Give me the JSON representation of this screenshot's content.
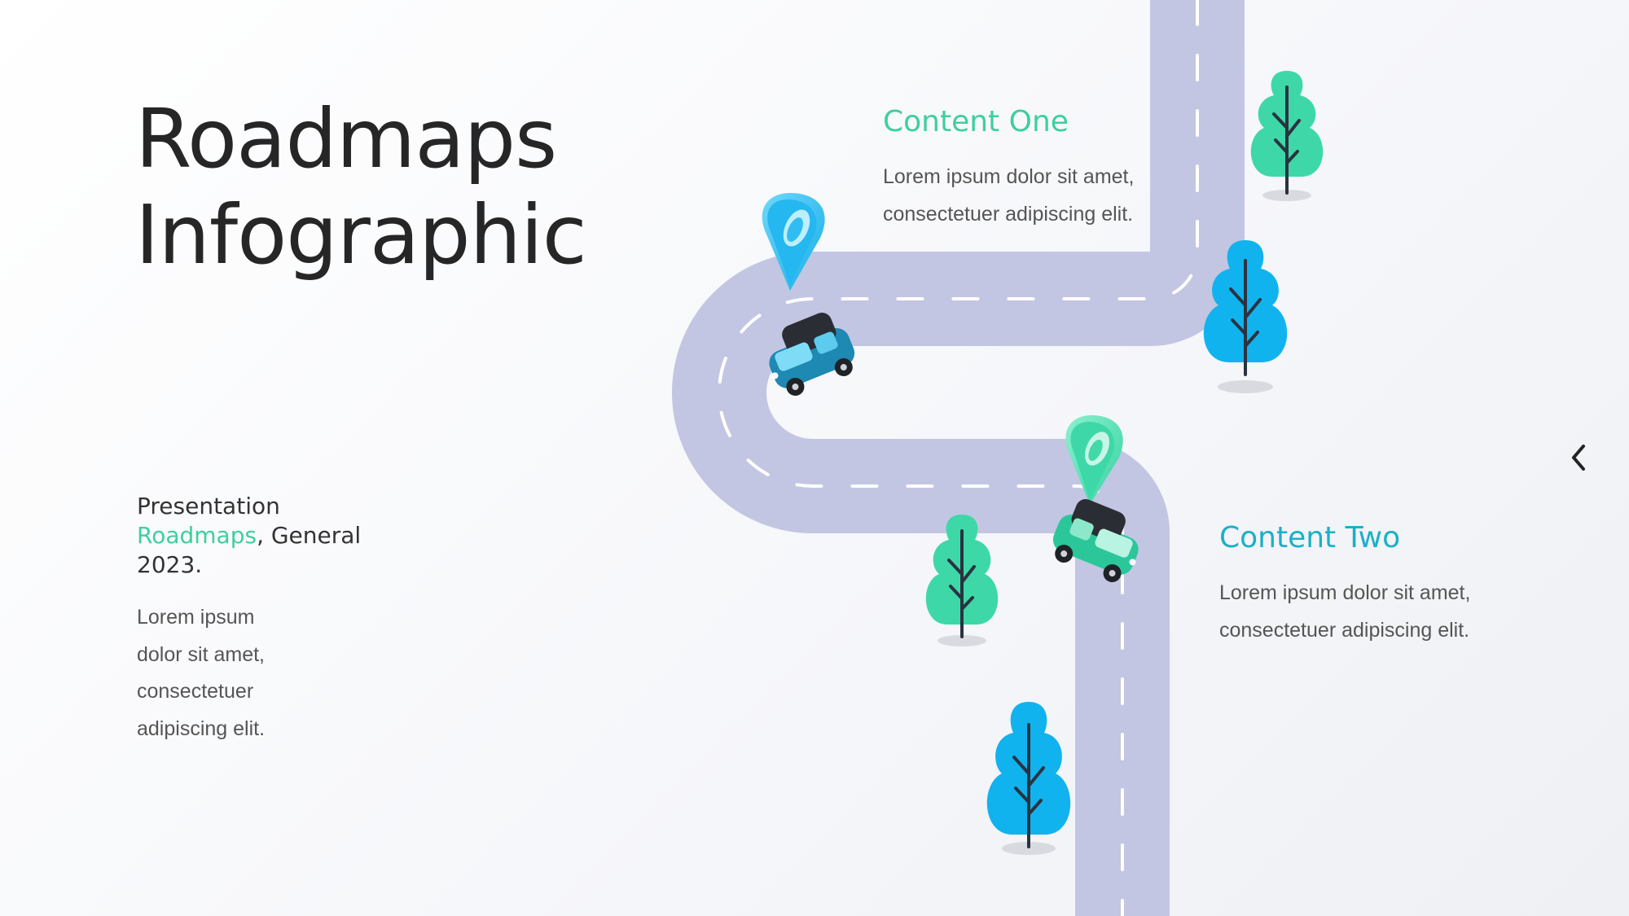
{
  "slide": {
    "title_line1": "Roadmaps",
    "title_line2": "Infographic",
    "subtitle_prefix": "Presentation",
    "subtitle_accent": "Roadmaps",
    "subtitle_suffix": ", General",
    "subtitle_year": "2023.",
    "left_body_lines": [
      "Lorem ipsum",
      "dolor sit amet,",
      "consectetuer",
      "adipiscing elit."
    ]
  },
  "content_one": {
    "heading": "Content One",
    "body_lines": [
      "Lorem ipsum dolor sit amet,",
      "consectetuer adipiscing elit."
    ]
  },
  "content_two": {
    "heading": "Content Two",
    "body_lines": [
      "Lorem ipsum dolor sit amet,",
      "consectetuer adipiscing elit."
    ]
  },
  "colors": {
    "road": "#c3c6e2",
    "accent_green": "#3ecf9e",
    "accent_teal": "#1ab0c8",
    "pin_blue": "#38c3f4",
    "tree_blue": "#10b3ee",
    "tree_green": "#3ed8a8",
    "title_text": "#262626"
  },
  "icons": {
    "pin_one": "map-pin-blue-icon",
    "pin_two": "map-pin-green-icon",
    "car_one": "blue-car-icon",
    "car_two": "green-car-icon",
    "tree": "tree-icon",
    "back": "chevron-left-icon"
  }
}
